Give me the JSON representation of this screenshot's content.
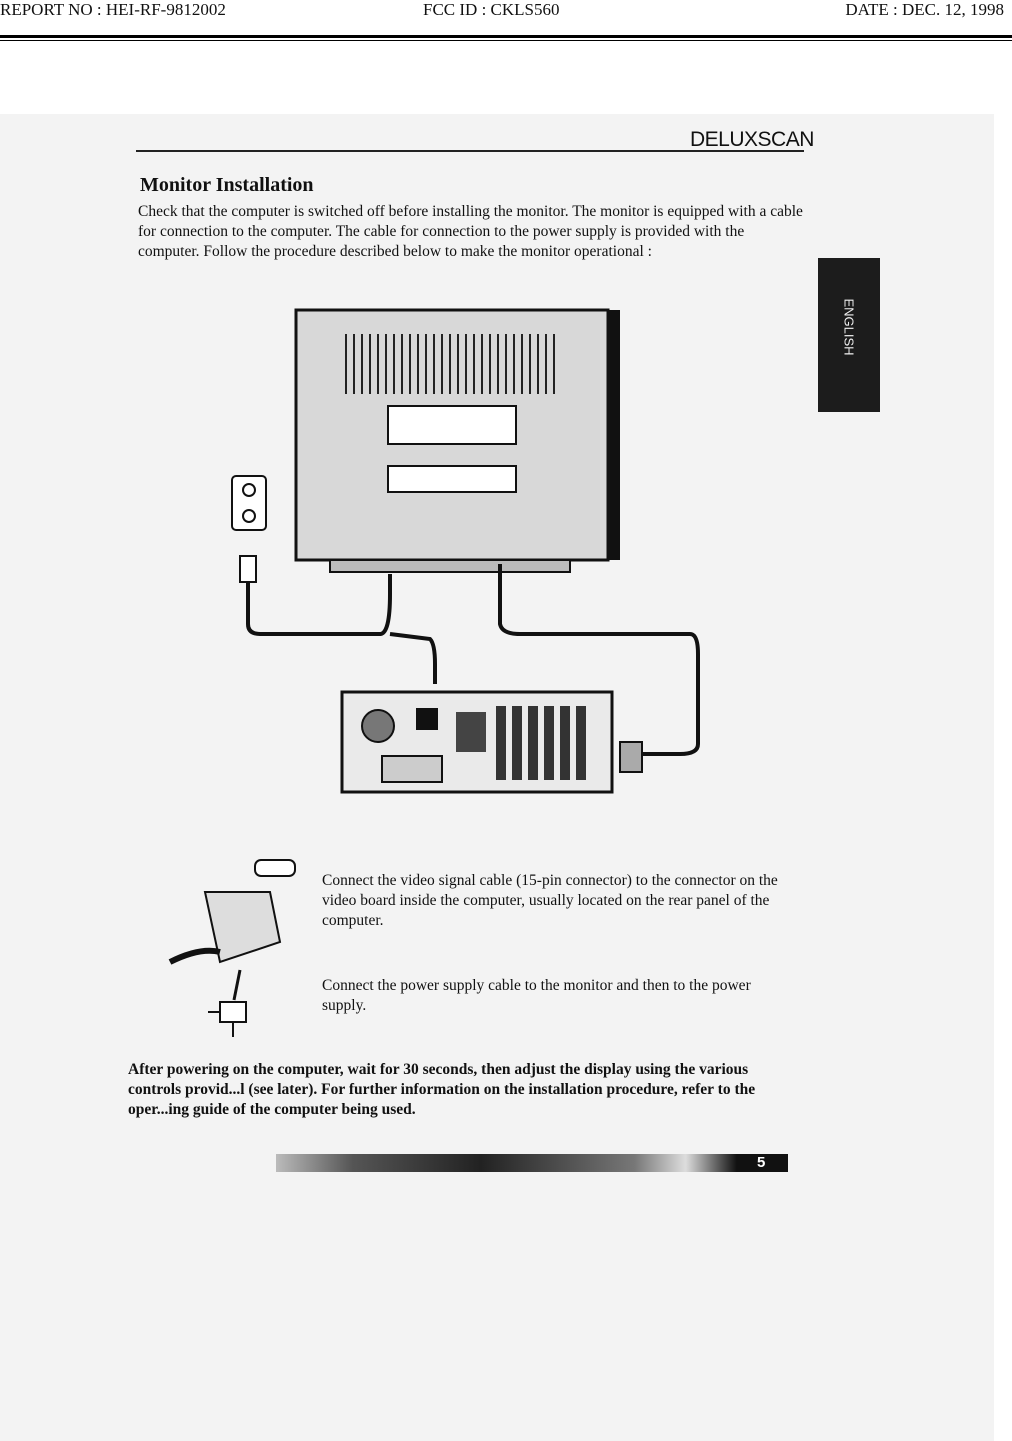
{
  "header": {
    "report_no": "REPORT NO : HEI-RF-9812002",
    "fcc_id": "FCC ID : CKLS560",
    "date": "DATE : DEC. 12, 1998"
  },
  "manual": {
    "brand": "DELUXSCAN",
    "language_tab": "ENGLISH",
    "title": "Monitor Installation",
    "intro": "Check that the computer is switched off before installing the monitor. The monitor is equipped with a cable for connection to the computer.  The cable for connection to the power supply is provided with the computer.  Follow the procedure described below to make the monitor operational :",
    "step1": "Connect the video signal cable (15-pin connector) to the connector on the video board inside the computer, usually located on the rear panel of the computer.",
    "step2": "Connect the power supply cable to the monitor and then to the power supply.",
    "closing": "After powering on the computer, wait for 30 seconds, then adjust the display using the various controls provid...l (see later). For further information on the installation procedure, refer to the oper...ing guide of the computer being used.",
    "page_number": "5"
  }
}
